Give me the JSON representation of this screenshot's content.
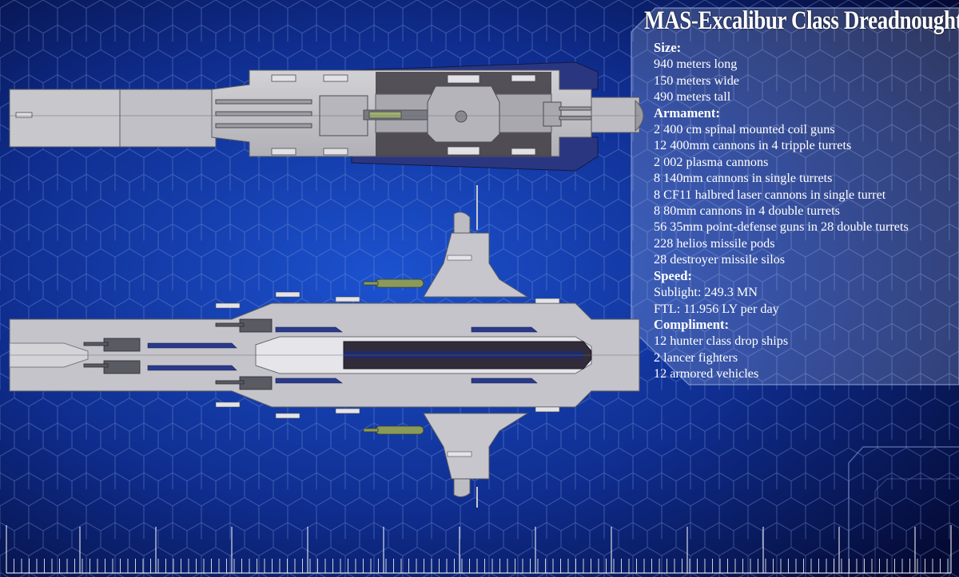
{
  "title": "MAS-Excalibur Class Dreadnought",
  "sections": [
    {
      "heading": "Size:",
      "lines": [
        "940 meters long",
        "150 meters wide",
        "490 meters tall"
      ]
    },
    {
      "heading": "Armament:",
      "lines": [
        "2 400 cm spinal mounted coil guns",
        "12 400mm cannons in 4 tripple turrets",
        "2 002 plasma cannons",
        "8 140mm cannons in single turrets",
        "8 CF11 halbred laser cannons in single turret",
        "8 80mm cannons in 4 double turrets",
        "56 35mm point-defense guns in 28 double turrets",
        "228 helios missile pods",
        "28 destroyer missile silos"
      ]
    },
    {
      "heading": "Speed:",
      "lines": [
        "Sublight: 249.3 MN",
        "FTL: 11.956 LY per day"
      ]
    },
    {
      "heading": "Compliment:",
      "lines": [
        "12 hunter class drop ships",
        "2 lancer fighters",
        "12 armored vehicles"
      ]
    }
  ],
  "colors": {
    "background_center": "#1a4bc4",
    "background_edge": "#050c3a",
    "hull": "#c4c4c8",
    "hull_dark": "#3a3540",
    "panel_accent": "#2a3a8a",
    "grid_line": "#6f86c8"
  }
}
